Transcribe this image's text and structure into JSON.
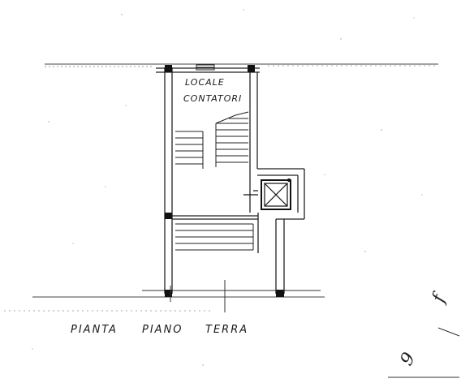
{
  "drawing": {
    "room_label_line1": "LOCALE",
    "room_label_line2": "CONTATORI",
    "caption_words": [
      "PIANTA",
      "PIANO",
      "TERRA"
    ],
    "margin_marks": [
      "f",
      "9"
    ]
  }
}
